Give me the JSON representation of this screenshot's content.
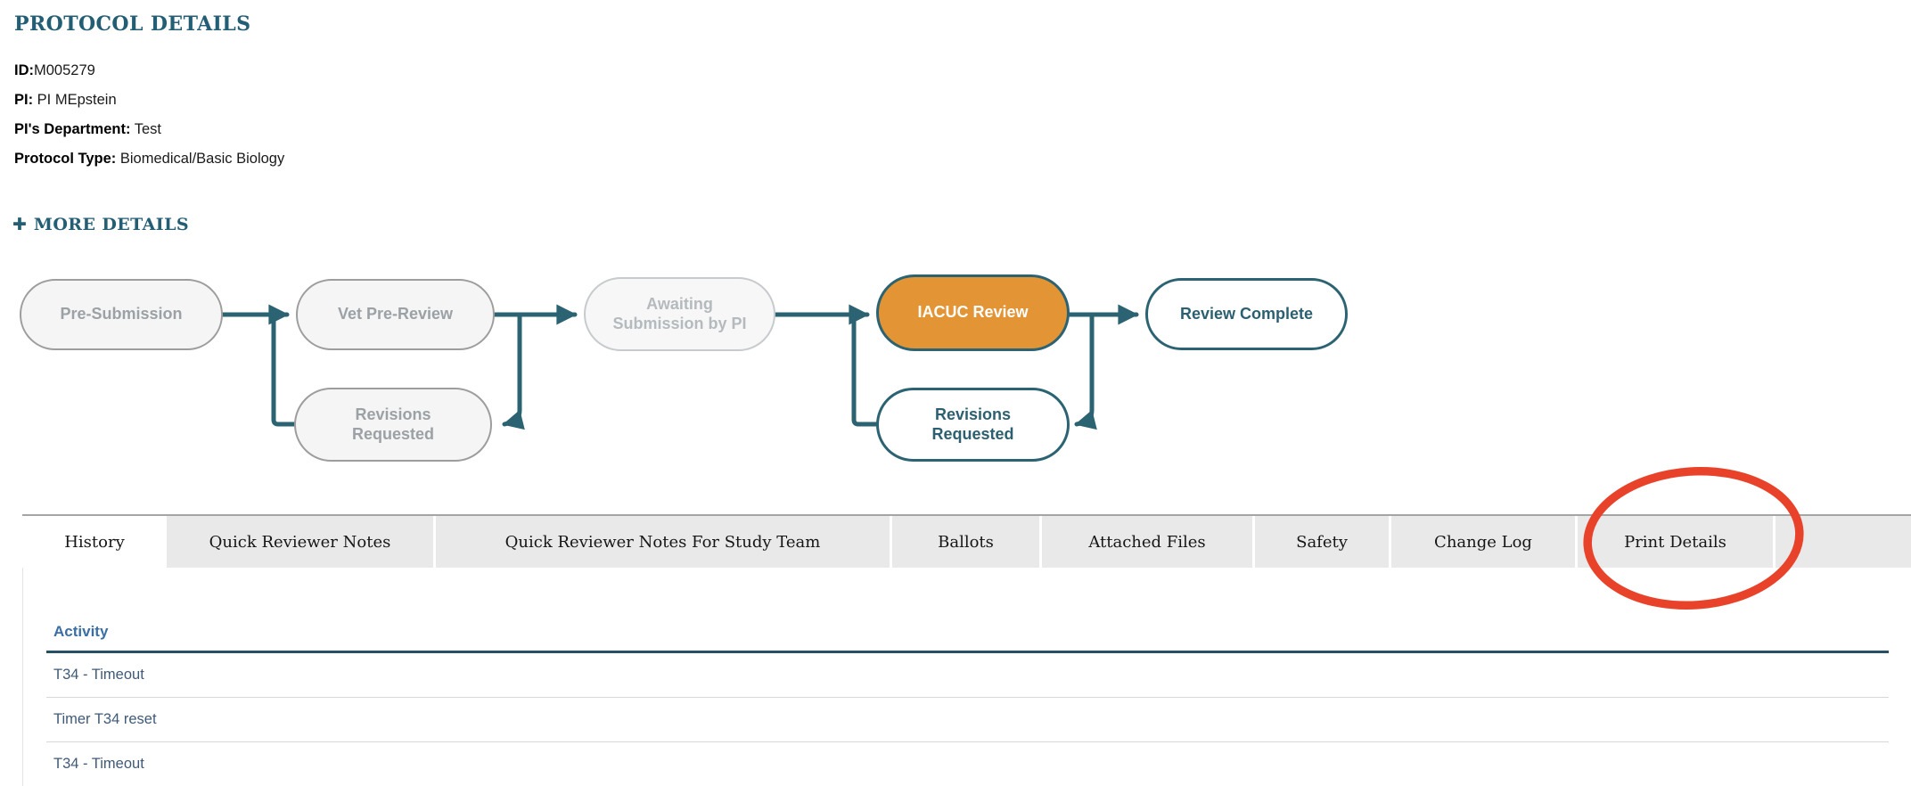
{
  "page": {
    "title": "PROTOCOL DETAILS"
  },
  "protocol": {
    "fields": [
      {
        "label": "ID:",
        "value": "M005279"
      },
      {
        "label": "PI:",
        "value": " PI MEpstein"
      },
      {
        "label": "PI's Department:",
        "value": " Test"
      },
      {
        "label": "Protocol Type:",
        "value": " Biomedical/Basic Biology"
      }
    ]
  },
  "more_details": {
    "icon_glyph": "✚",
    "label": "MORE DETAILS"
  },
  "workflow": {
    "steps": [
      {
        "id": "pre-submission",
        "label": "Pre-Submission",
        "state": "inactive"
      },
      {
        "id": "vet-pre-review",
        "label": "Vet Pre-Review",
        "state": "inactive"
      },
      {
        "id": "revisions-requested-vet",
        "label": "Revisions Requested",
        "state": "inactive"
      },
      {
        "id": "awaiting-submission-by-pi",
        "label": "Awaiting Submission by PI",
        "state": "inactive"
      },
      {
        "id": "iacuc-review",
        "label": "IACUC Review",
        "state": "current"
      },
      {
        "id": "revisions-requested-iacuc",
        "label": "Revisions Requested",
        "state": "available"
      },
      {
        "id": "review-complete",
        "label": "Review Complete",
        "state": "available"
      }
    ],
    "transitions": [
      {
        "from": "Pre-Submission",
        "to": "Vet Pre-Review"
      },
      {
        "from": "Vet Pre-Review",
        "to": "Revisions Requested"
      },
      {
        "from": "Revisions Requested",
        "to": "Vet Pre-Review"
      },
      {
        "from": "Vet Pre-Review",
        "to": "Awaiting Submission by PI"
      },
      {
        "from": "Awaiting Submission by PI",
        "to": "IACUC Review"
      },
      {
        "from": "IACUC Review",
        "to": "Revisions Requested"
      },
      {
        "from": "Revisions Requested",
        "to": "IACUC Review"
      },
      {
        "from": "IACUC Review",
        "to": "Review Complete"
      }
    ]
  },
  "tabs": [
    {
      "label": "History",
      "active": true
    },
    {
      "label": "Quick Reviewer Notes",
      "active": false
    },
    {
      "label": "Quick Reviewer Notes For Study Team",
      "active": false
    },
    {
      "label": "Ballots",
      "active": false
    },
    {
      "label": "Attached Files",
      "active": false
    },
    {
      "label": "Safety",
      "active": false
    },
    {
      "label": "Change Log",
      "active": false
    },
    {
      "label": "Print Details",
      "active": false,
      "annotated": true
    }
  ],
  "history_table": {
    "columns": [
      "Activity"
    ],
    "rows": [
      "T34 - Timeout",
      "Timer T34 reset",
      "T34 - Timeout"
    ]
  },
  "annotation": {
    "shape": "ellipse",
    "around": "Print Details",
    "color": "#e8432a"
  },
  "colors": {
    "heading_teal": "#235e74",
    "workflow_line_teal": "#2b6372",
    "current_step_orange": "#e39434",
    "inactive_step_border": "#9d9d9d",
    "tab_background": "#e9e9e9",
    "annotation_red": "#e8432a",
    "table_header_blue": "#3a6ea5",
    "table_header_rule": "#274f66",
    "table_row_blue": "#3f5a77"
  }
}
